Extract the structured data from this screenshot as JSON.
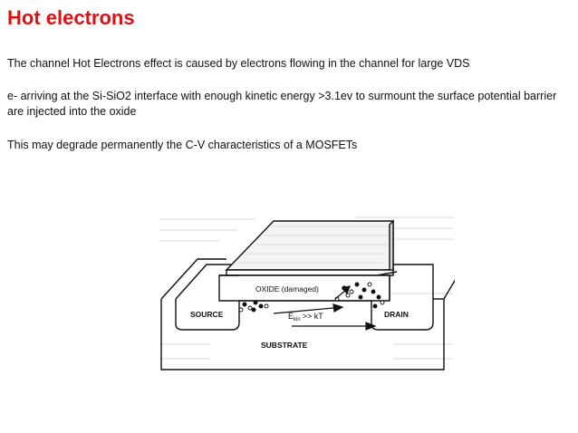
{
  "slide": {
    "title": "Hot electrons",
    "paragraphs": [
      "The channel Hot Electrons effect is caused by electrons flowing in the channel for large VDS",
      "e- arriving at the Si-SiO2 interface with enough kinetic energy >3.1ev to surmount the surface potential barrier are injected into the oxide",
      "This may degrade permanently the C-V characteristics of a MOSFETs"
    ]
  },
  "figure": {
    "labels": {
      "oxide": "OXIDE (damaged)",
      "source": "SOURCE",
      "drain": "DRAIN",
      "substrate": "SUBSTRATE",
      "energy_main": "E",
      "energy_sub": "kin",
      "energy_rest": ">> kT"
    }
  }
}
